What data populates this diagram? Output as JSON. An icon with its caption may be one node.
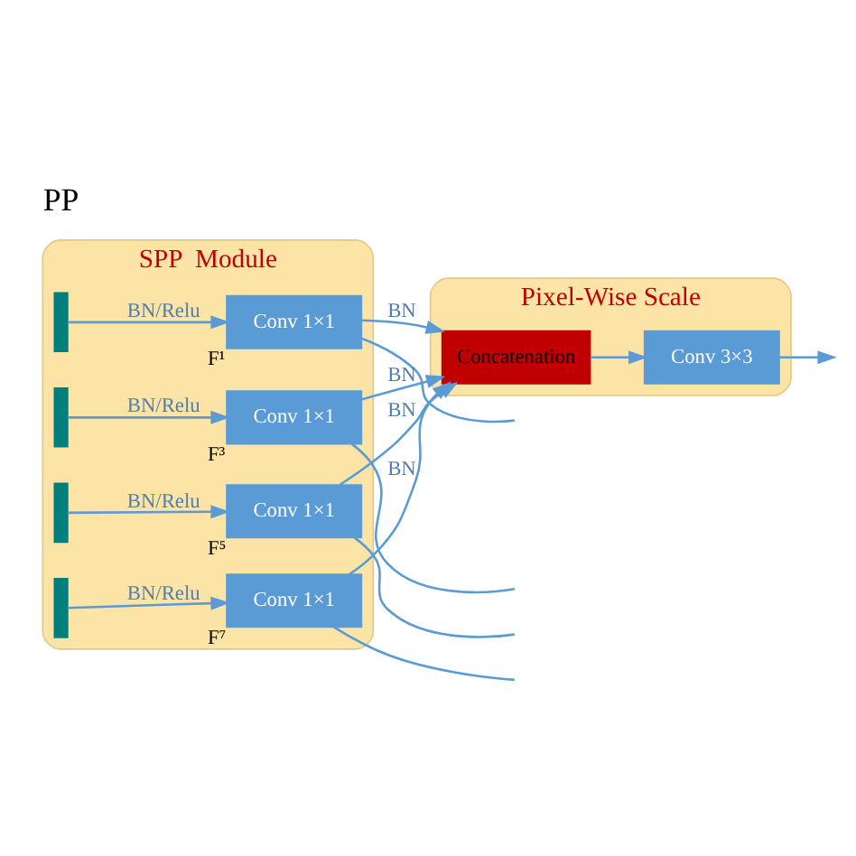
{
  "diagram": {
    "nodes": [
      {
        "text": [
          "Pixel-Wise Scale"
        ]
      },
      {
        "text": [
          "Concatenation"
        ],
        "in": 0
      },
      {
        "text": [
          "Conv 3×3"
        ],
        "in": 0
      },
      {
        "text": [
          "SPP  Module"
        ]
      },
      {
        "text": [],
        "shape": "bar",
        "in": 3
      },
      {
        "text": [],
        "shape": "bar",
        "in": 3
      },
      {
        "text": [],
        "shape": "bar",
        "in": 3
      },
      {
        "text": [],
        "shape": "bar",
        "in": 3
      },
      {
        "text": [
          "Conv 1×1"
        ],
        "in": 3,
        "beside": [
          "F¹"
        ]
      },
      {
        "text": [
          "Conv 1×1"
        ],
        "in": 3,
        "beside": [
          "F³"
        ]
      },
      {
        "text": [
          "Conv 1×1"
        ],
        "in": 3,
        "beside": [
          "F⁵"
        ]
      },
      {
        "text": [
          "Conv 1×1"
        ],
        "in": 3,
        "beside": [
          "F⁷"
        ]
      }
    ],
    "edges": [
      {
        "from": 4,
        "to": 8,
        "arrow": "to",
        "label": "BN/Relu"
      },
      {
        "from": 5,
        "to": 9,
        "arrow": "to",
        "label": "BN/Relu"
      },
      {
        "from": 6,
        "to": 10,
        "arrow": "to",
        "label": "BN/Relu"
      },
      {
        "from": 7,
        "to": 11,
        "arrow": "to",
        "label": "BN/Relu"
      },
      {
        "from": 8,
        "to": 1,
        "arrow": "to",
        "label": "BN"
      },
      {
        "from": 9,
        "to": 1,
        "arrow": "to",
        "label": "BN"
      },
      {
        "from": 10,
        "to": 1,
        "arrow": "to",
        "label": "BN"
      },
      {
        "from": 11,
        "to": 1,
        "arrow": "to",
        "label": "BN"
      },
      {
        "from": 8,
        "to": null,
        "arrow": "none"
      },
      {
        "from": 9,
        "to": null,
        "arrow": "none"
      },
      {
        "from": 10,
        "to": null,
        "arrow": "none"
      },
      {
        "from": 11,
        "to": null,
        "arrow": "none"
      },
      {
        "from": 1,
        "to": 2,
        "arrow": "to"
      },
      {
        "from": 2,
        "to": null,
        "arrow": "to"
      }
    ],
    "labels": [
      "PP"
    ]
  }
}
